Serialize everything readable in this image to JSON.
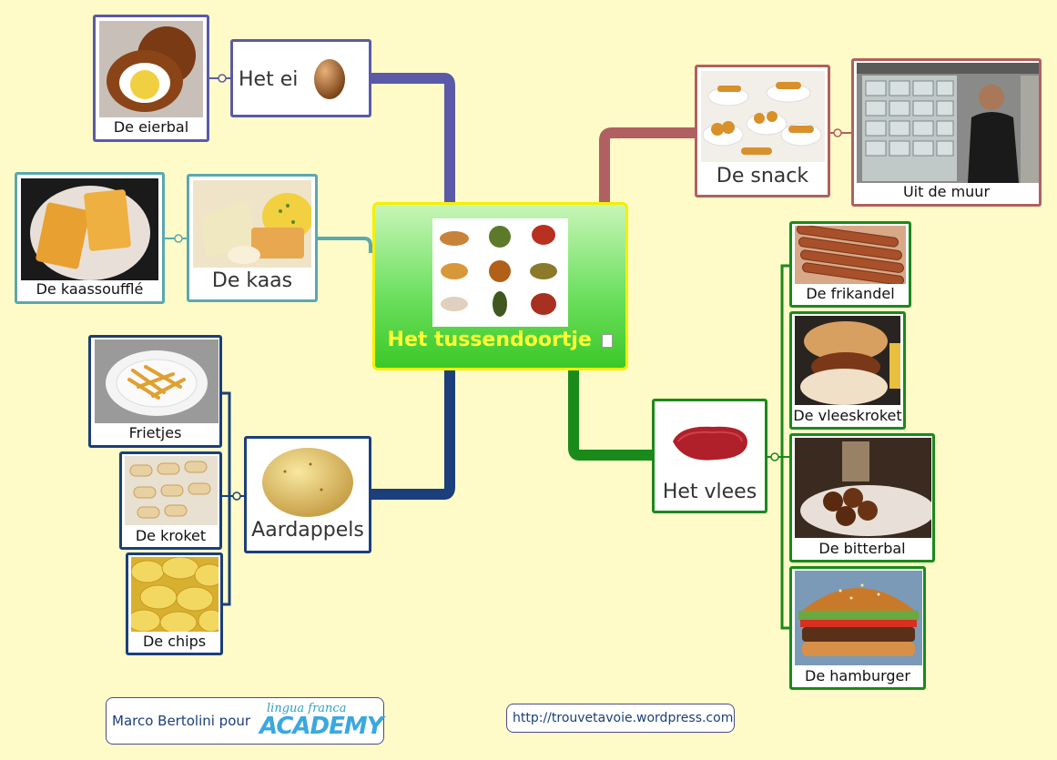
{
  "center": {
    "title": "Het tussendoortje"
  },
  "branches": {
    "ei": {
      "label": "Het ei",
      "children": [
        "De eierbal"
      ]
    },
    "kaas": {
      "label": "De kaas",
      "children": [
        "De kaassoufflé"
      ]
    },
    "aardappels": {
      "label": "Aardappels",
      "children": [
        "Frietjes",
        "De kroket",
        "De chips"
      ]
    },
    "snack": {
      "label": "De snack",
      "children": [
        "Uit de muur"
      ]
    },
    "vlees": {
      "label": "Het vlees",
      "children": [
        "De frikandel",
        "De vleeskroket",
        "De bitterbal",
        "De hamburger"
      ]
    }
  },
  "footer": {
    "credit": "Marco Bertolini pour",
    "logo_small": "lingua franca",
    "logo_big": "ACADEMY",
    "url": "http://trouvetavoie.wordpress.com"
  },
  "colors": {
    "background": "#fffbc8",
    "ei": "#5a5aa8",
    "kaas": "#5aa8b0",
    "aardappels": "#1a3f7a",
    "snack": "#b06060",
    "vlees": "#1a8a1a"
  },
  "icons": [
    "egg-icon",
    "cheese-image",
    "potato-icon",
    "steak-icon",
    "note-icon",
    "snacks-collage"
  ]
}
